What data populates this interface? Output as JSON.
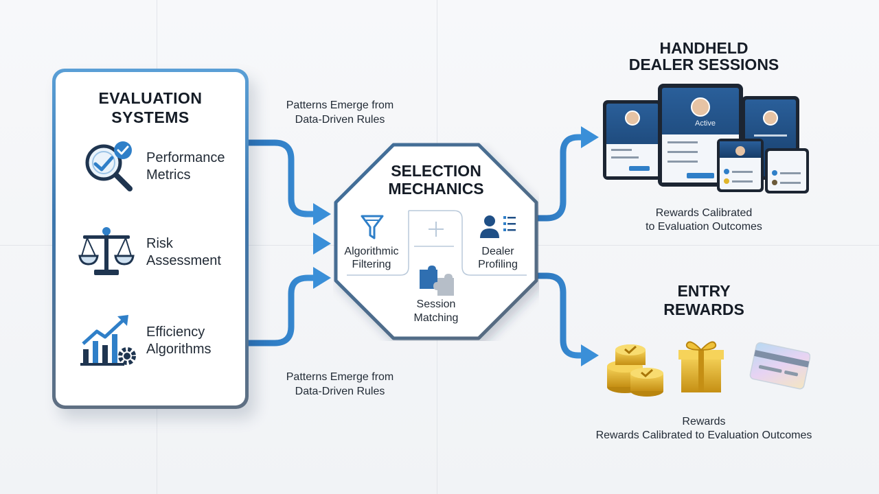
{
  "evaluation": {
    "title_line1": "EVALUATION",
    "title_line2": "SYSTEMS",
    "items": [
      {
        "line1": "Performance",
        "line2": "Metrics",
        "icon": "magnifier-check-icon"
      },
      {
        "line1": "Risk",
        "line2": "Assessment",
        "icon": "balance-scale-icon"
      },
      {
        "line1": "Efficiency",
        "line2": "Algorithms",
        "icon": "growth-chart-gear-icon"
      }
    ]
  },
  "captions": {
    "top_line1": "Patterns Emerge from",
    "top_line2": "Data-Driven Rules",
    "bottom_line1": "Patterns Emerge from",
    "bottom_line2": "Data-Driven Rules"
  },
  "selection": {
    "title_line1": "SELECTION",
    "title_line2": "MECHANICS",
    "filtering_line1": "Algorithmic",
    "filtering_line2": "Filtering",
    "profiling_line1": "Dealer",
    "profiling_line2": "Profiling",
    "matching_line1": "Session",
    "matching_line2": "Matching"
  },
  "handheld": {
    "title_line1": "HANDHELD",
    "title_line2": "DEALER SESSIONS",
    "active_label": "Active",
    "caption_line1": "Rewards Calibrated",
    "caption_line2": "to Evaluation Outcomes"
  },
  "entry": {
    "title_line1": "ENTRY",
    "title_line2": "REWARDS",
    "caption_line1": "Rewards",
    "caption_line2": "Rewards Calibrated to Evaluation Outcomes"
  },
  "colors": {
    "accent_blue": "#2f7fc8",
    "dark_blue": "#1f4f86",
    "gold": "#e0b52a"
  }
}
